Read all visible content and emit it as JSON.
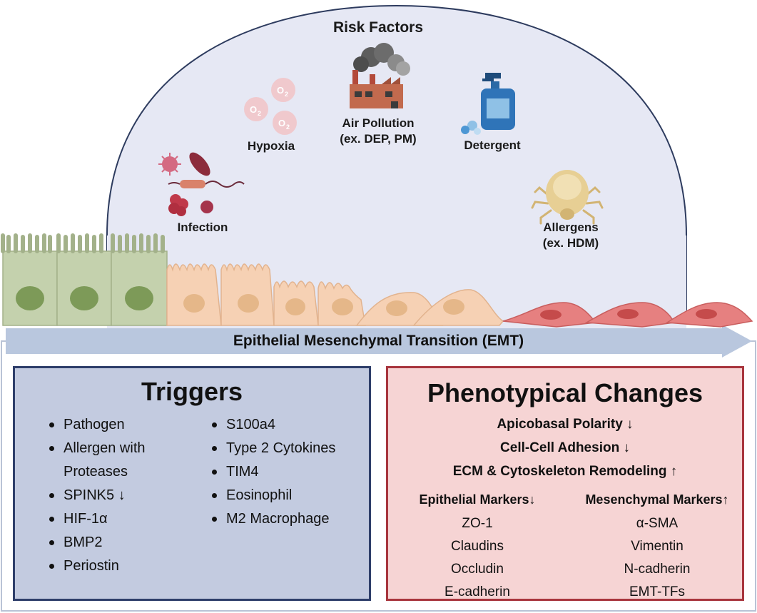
{
  "risk_factors": {
    "title": "Risk Factors",
    "hypoxia": "Hypoxia",
    "o2_label": "O",
    "o2_sub": "2",
    "air_pollution": "Air Pollution",
    "air_pollution_ex": "(ex. DEP, PM)",
    "detergent": "Detergent",
    "infection": "Infection",
    "allergens": "Allergens",
    "allergens_ex": "(ex. HDM)"
  },
  "emt_arrow_label": "Epithelial Mesenchymal Transition (EMT)",
  "triggers": {
    "title": "Triggers",
    "left_items": [
      "Pathogen",
      "Allergen with",
      "Proteases",
      "SPINK5 ↓",
      "HIF-1α",
      "BMP2",
      "Periostin"
    ],
    "right_items": [
      "S100a4",
      "Type 2 Cytokines",
      "TIM4",
      "Eosinophil",
      "M2 Macrophage"
    ]
  },
  "phenotypical_changes": {
    "title": "Phenotypical Changes",
    "lines": [
      "Apicobasal Polarity ↓",
      "Cell-Cell Adhesion ↓",
      "ECM & Cytoskeleton Remodeling ↑"
    ],
    "epithelial_header": "Epithelial Markers↓",
    "epithelial_markers": [
      "ZO-1",
      "Claudins",
      "Occludin",
      "E-cadherin"
    ],
    "mesenchymal_header": "Mesenchymal Markers↑",
    "mesenchymal_markers": [
      "α-SMA",
      "Vimentin",
      "N-cadherin",
      "EMT-TFs"
    ]
  },
  "colors": {
    "dome_fill": "#e6e8f4",
    "dome_stroke": "#2d3b5e",
    "arrow_fill": "#b9c7de",
    "epithelial_cell": "#c4d1ad",
    "epithelial_nucleus": "#7d9a58",
    "transitional_cell": "#f6d1b4",
    "transitional_nucleus": "#e5b789",
    "mesenchymal_cell": "#e68080",
    "mesenchymal_nucleus": "#c54b4b",
    "triggers_bg": "#c3cbe0",
    "triggers_border": "#2e3e6a",
    "pheno_bg": "#f6d4d4",
    "pheno_border": "#a8353d"
  },
  "icons": [
    "factory-icon",
    "soap-bottle-icon",
    "oxygen-bubble-icon",
    "virus-icon",
    "bacteria-icon",
    "dust-mite-icon"
  ]
}
